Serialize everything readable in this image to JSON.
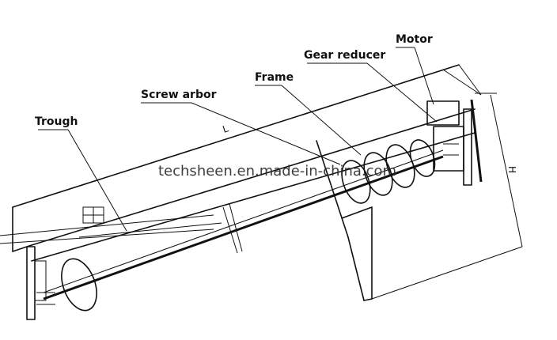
{
  "labels": {
    "motor": "Motor",
    "gear_reducer": "Gear reducer",
    "frame": "Frame",
    "screw_arbor": "Screw arbor",
    "trough": "Trough"
  },
  "dimensions": {
    "length": "L",
    "height": "H"
  },
  "watermark": "techsheen.en.made-in-china.com"
}
